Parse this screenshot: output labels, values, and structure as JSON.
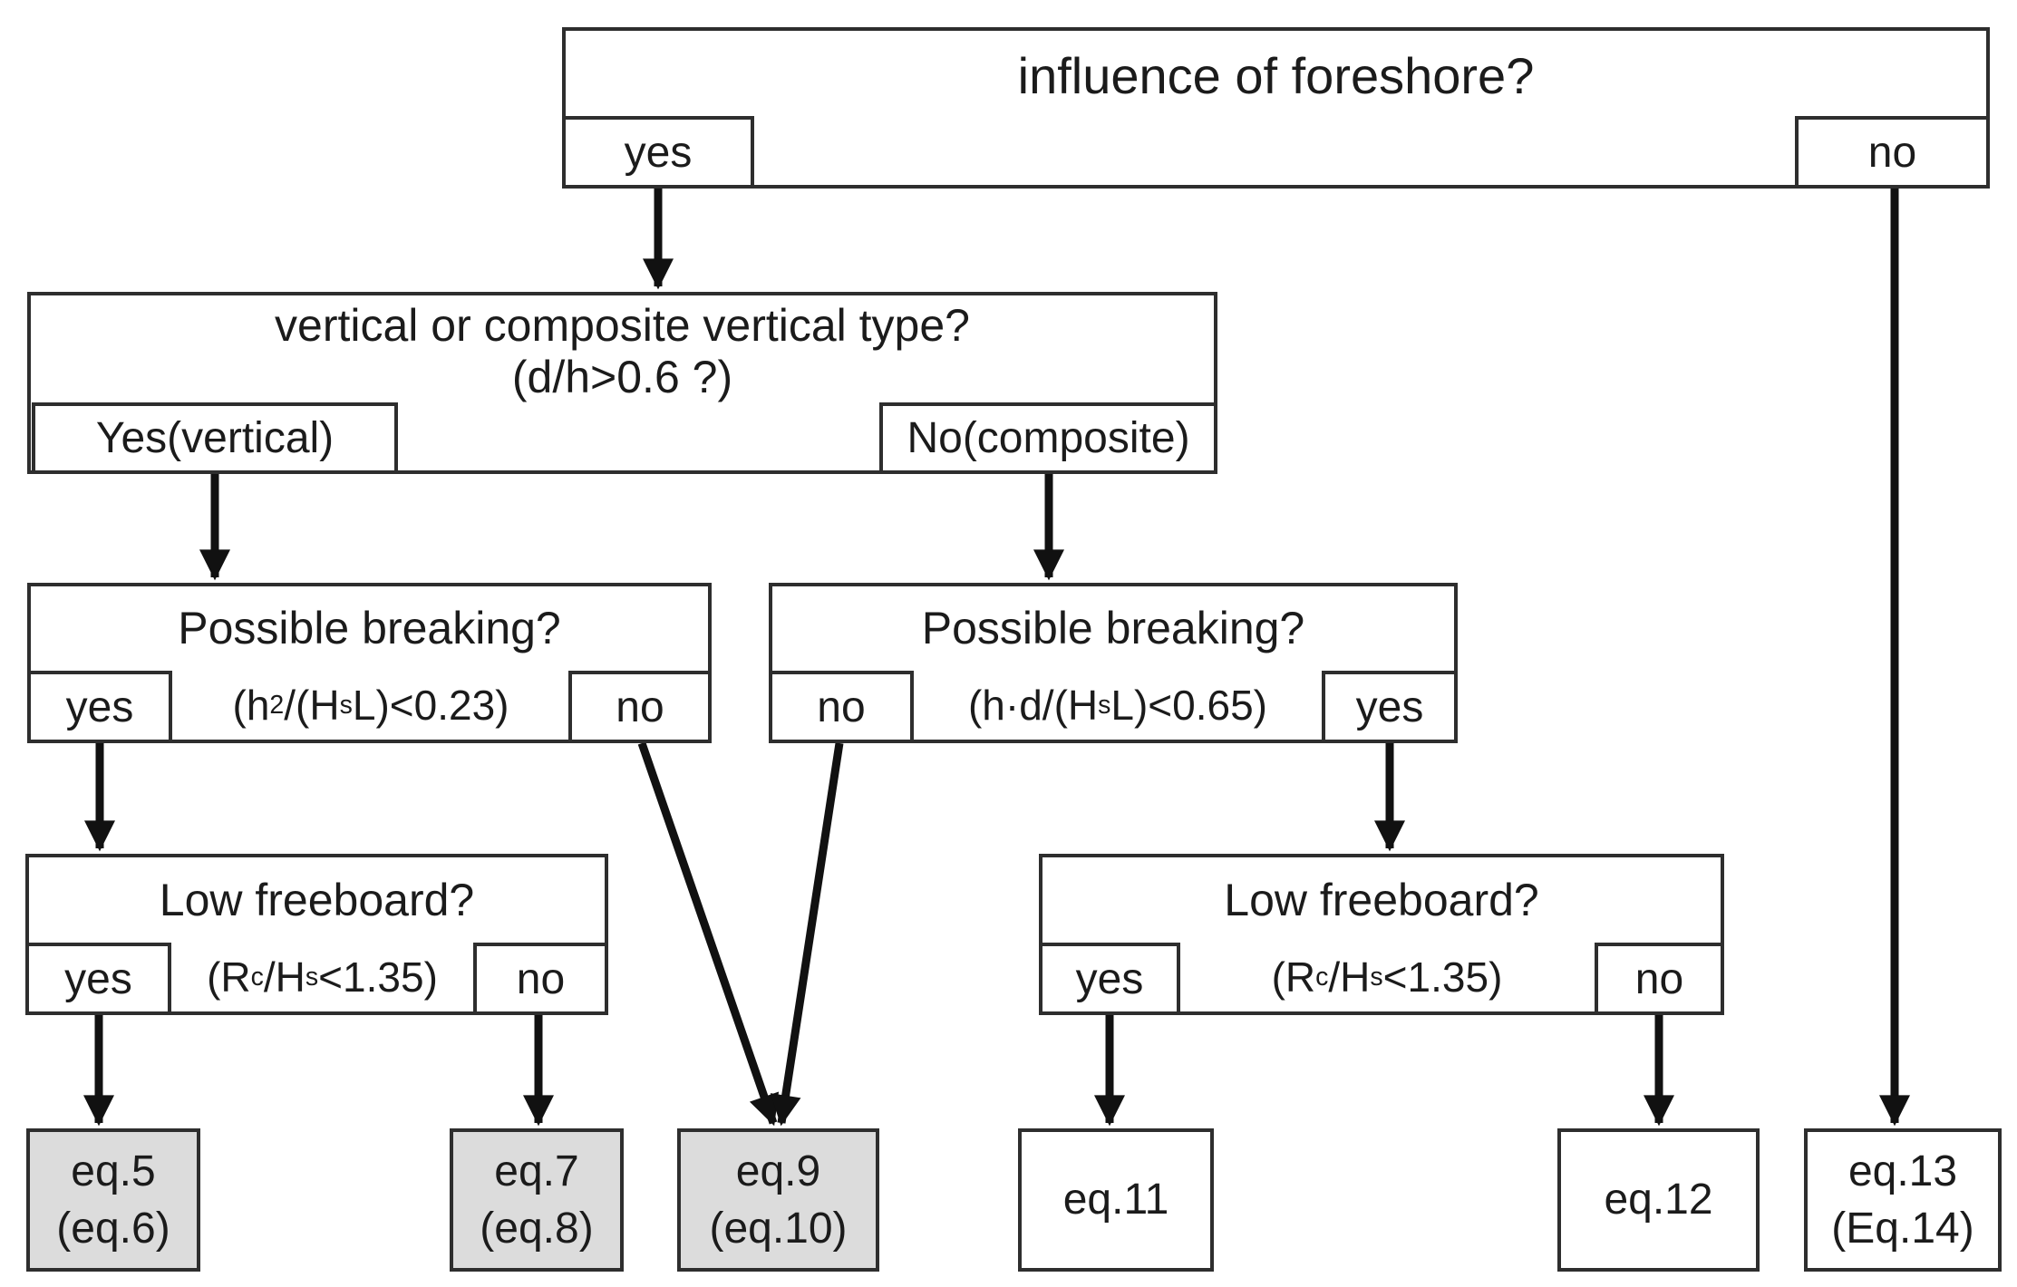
{
  "colors": {
    "bg": "#ffffff",
    "text": "#1b1b1b",
    "line": "#111111",
    "box_border": "#2e2e2e",
    "white_fill": "#ffffff",
    "gray_fill": "#dcdcdc"
  },
  "nodes": {
    "foreshore": {
      "question": "influence of foreshore?",
      "yes_label": "yes",
      "no_label": "no"
    },
    "vertical_type": {
      "question_line1": "vertical or composite vertical type?",
      "question_line2": "(d/h>0.6 ?)",
      "yes_label": "Yes(vertical)",
      "no_label": "No(composite)"
    },
    "breaking_left": {
      "question": "Possible breaking?",
      "yes_label": "yes",
      "no_label": "no",
      "formula": {
        "p1": "(h",
        "sup1": "2",
        "p2": "/(H",
        "sub1": "s",
        "p3": "L)<0.23)"
      }
    },
    "breaking_right": {
      "question": "Possible breaking?",
      "no_label": "no",
      "yes_label": "yes",
      "formula": {
        "p1": "(h·d/(H",
        "sub1": "s",
        "p2": "L)<0.65)"
      }
    },
    "freeboard_left": {
      "question": "Low freeboard?",
      "yes_label": "yes",
      "no_label": "no",
      "formula": {
        "p1": "(R",
        "sub1": "c",
        "p2": "/H",
        "sub2": "s",
        "p3": "<1.35)"
      }
    },
    "freeboard_right": {
      "question": "Low freeboard?",
      "yes_label": "yes",
      "no_label": "no",
      "formula": {
        "p1": "(R",
        "sub1": "c",
        "p2": "/H",
        "sub2": "s",
        "p3": "<1.35)"
      }
    },
    "eq5": {
      "line1": "eq.5",
      "line2": "(eq.6)",
      "highlighted": true
    },
    "eq7": {
      "line1": "eq.7",
      "line2": "(eq.8)",
      "highlighted": true
    },
    "eq9": {
      "line1": "eq.9",
      "line2": "(eq.10)",
      "highlighted": true
    },
    "eq11": {
      "line1": "eq.11",
      "highlighted": false
    },
    "eq12": {
      "line1": "eq.12",
      "highlighted": false
    },
    "eq13": {
      "line1": "eq.13",
      "line2": "(Eq.14)",
      "highlighted": false
    }
  }
}
